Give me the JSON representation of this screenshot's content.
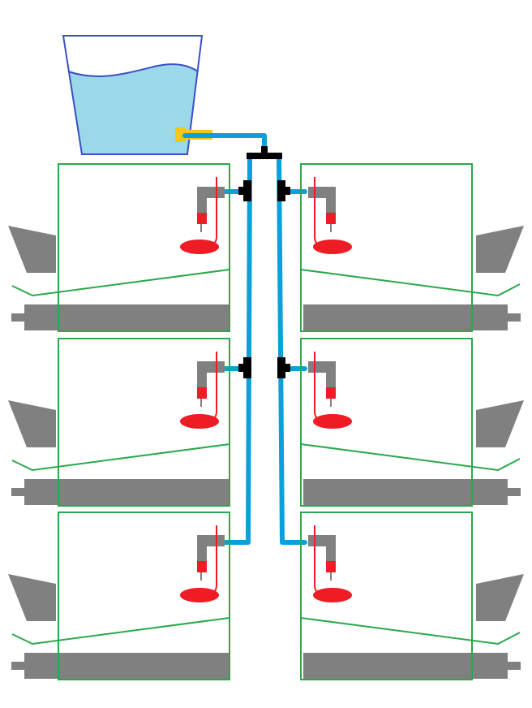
{
  "diagram": {
    "kind": "poultry-cage-nipple-drinker-water-system",
    "tank": {
      "water_color": "#9ad8ea",
      "outline_color": "#3a4fc4",
      "outlet_color": "#f5c518"
    },
    "cage_outline_color": "#2aa84a",
    "pipe_color": "#0aa0dc",
    "fitting_color": "#000000",
    "equipment_gray": "#808080",
    "drinker_color": "#ee1c24",
    "tiers": 3,
    "columns": 2,
    "cages": [
      {
        "tier": 1,
        "side": "left"
      },
      {
        "tier": 1,
        "side": "right"
      },
      {
        "tier": 2,
        "side": "left"
      },
      {
        "tier": 2,
        "side": "right"
      },
      {
        "tier": 3,
        "side": "left"
      },
      {
        "tier": 3,
        "side": "right"
      }
    ]
  }
}
